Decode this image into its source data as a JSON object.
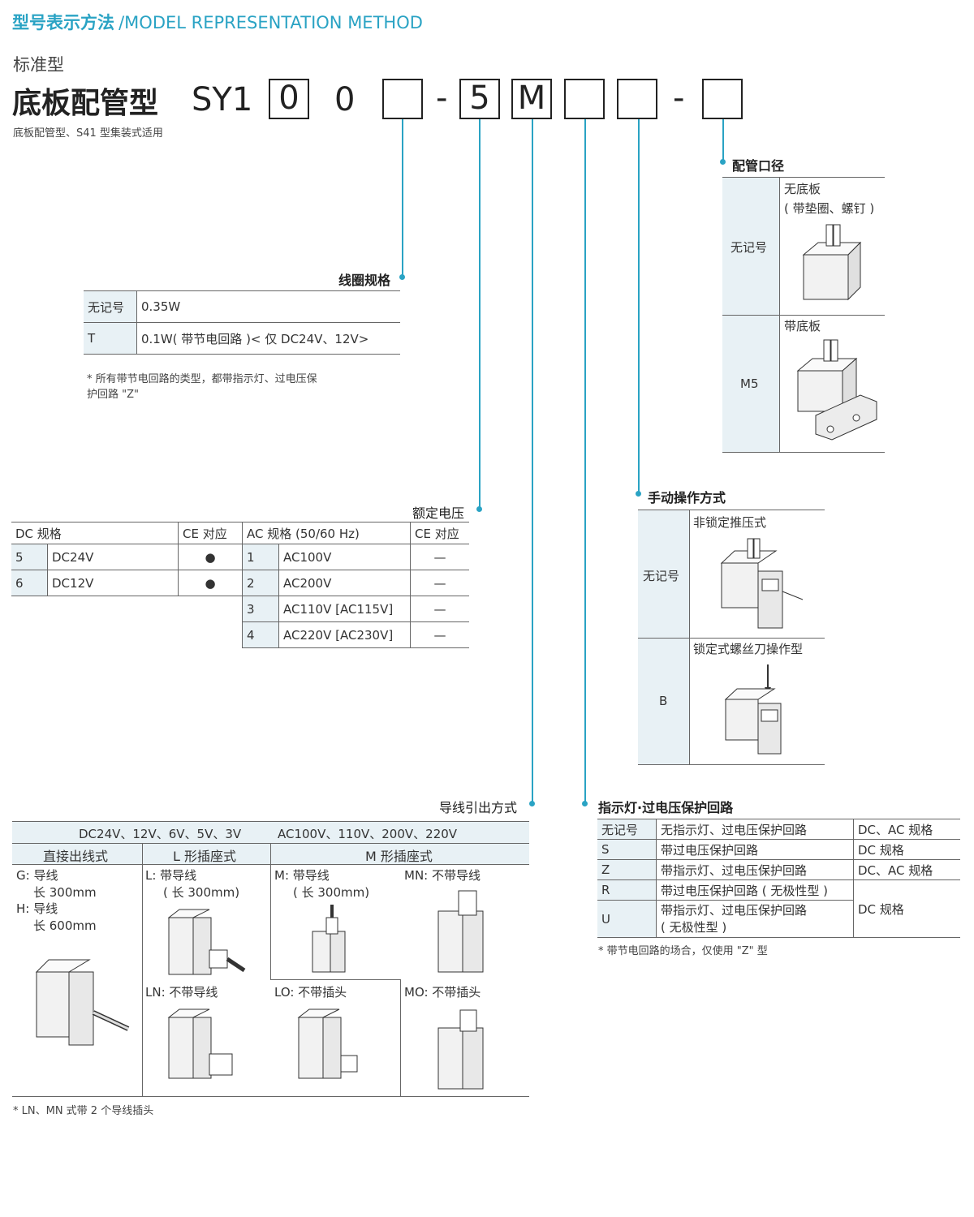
{
  "header": {
    "title_cn": "型号表示方法",
    "title_en": "/MODEL REPRESENTATION METHOD"
  },
  "subtitle": "标准型",
  "model": {
    "name": "底板配管型",
    "prefix": "SY1",
    "box1": "0",
    "plain2": "0",
    "dash1": "-",
    "box5": "5",
    "boxM": "M",
    "dash2": "-"
  },
  "model_note": "底板配管型、S41 型集装式适用",
  "coil": {
    "heading": "线圈规格",
    "rows": [
      {
        "code": "无记号",
        "desc": "0.35W"
      },
      {
        "code": "T",
        "desc": "0.1W( 带节电回路 )< 仅 DC24V、12V>"
      }
    ],
    "note_line1": "* 所有带节电回路的类型，都带指示灯、过电压保",
    "note_line2": "护回路 \"Z\""
  },
  "port": {
    "heading": "配管口径",
    "rows": [
      {
        "code": "无记号",
        "line1": "无底板",
        "line2": "( 带垫圈、螺钉 )"
      },
      {
        "code": "M5",
        "line1": "带底板",
        "line2": ""
      }
    ]
  },
  "voltage": {
    "heading": "额定电压",
    "dc_header": "DC 规格",
    "ce_header": "CE 对应",
    "ac_header": "AC 规格 (50/60 Hz)",
    "ce_header2": "CE 对应",
    "dc_rows": [
      {
        "code": "5",
        "value": "DC24V",
        "ce": "●"
      },
      {
        "code": "6",
        "value": "DC12V",
        "ce": "●"
      }
    ],
    "ac_rows": [
      {
        "code": "1",
        "value": "AC100V",
        "ce": "—"
      },
      {
        "code": "2",
        "value": "AC200V",
        "ce": "—"
      },
      {
        "code": "3",
        "value": "AC110V [AC115V]",
        "ce": "—"
      },
      {
        "code": "4",
        "value": "AC220V [AC230V]",
        "ce": "—"
      }
    ]
  },
  "manual": {
    "heading": "手动操作方式",
    "rows": [
      {
        "code": "无记号",
        "label": "非锁定推压式"
      },
      {
        "code": "B",
        "label": "锁定式螺丝刀操作型"
      }
    ]
  },
  "wiring": {
    "heading": "导线引出方式",
    "voltage_dc": "DC24V、12V、6V、5V、3V",
    "voltage_ac": "AC100V、110V、200V、220V",
    "col1": "直接出线式",
    "col2": "L 形插座式",
    "col3": "M 形插座式",
    "g_line1": "G: 导线",
    "g_line2": "长 300mm",
    "h_line1": "H: 导线",
    "h_line2": "长 600mm",
    "l_line1": "L:  带导线",
    "l_line2": "( 长 300mm)",
    "m_line1": "M:  带导线",
    "m_line2": "( 长 300mm)",
    "mn": "MN:  不带导线",
    "ln": "LN:  不带导线",
    "lo": "LO:  不带插头",
    "mo": "MO:  不带插头",
    "note": "* LN、MN 式带 2 个导线插头"
  },
  "indicator": {
    "heading": "指示灯·过电压保护回路",
    "rows": [
      {
        "code": "无记号",
        "desc": "无指示灯、过电压保护回路",
        "spec": "DC、AC 规格"
      },
      {
        "code": "S",
        "desc": "带过电压保护回路",
        "spec": "DC 规格"
      },
      {
        "code": "Z",
        "desc": "带指示灯、过电压保护回路",
        "spec": "DC、AC 规格"
      },
      {
        "code": "R",
        "desc": "带过电压保护回路 ( 无极性型 )",
        "spec": ""
      },
      {
        "code": "U",
        "desc": "带指示灯、过电压保护回路",
        "desc2": "( 无极性型 )",
        "spec": "DC 规格"
      }
    ],
    "note": "* 带节电回路的场合，仅使用 \"Z\" 型"
  }
}
